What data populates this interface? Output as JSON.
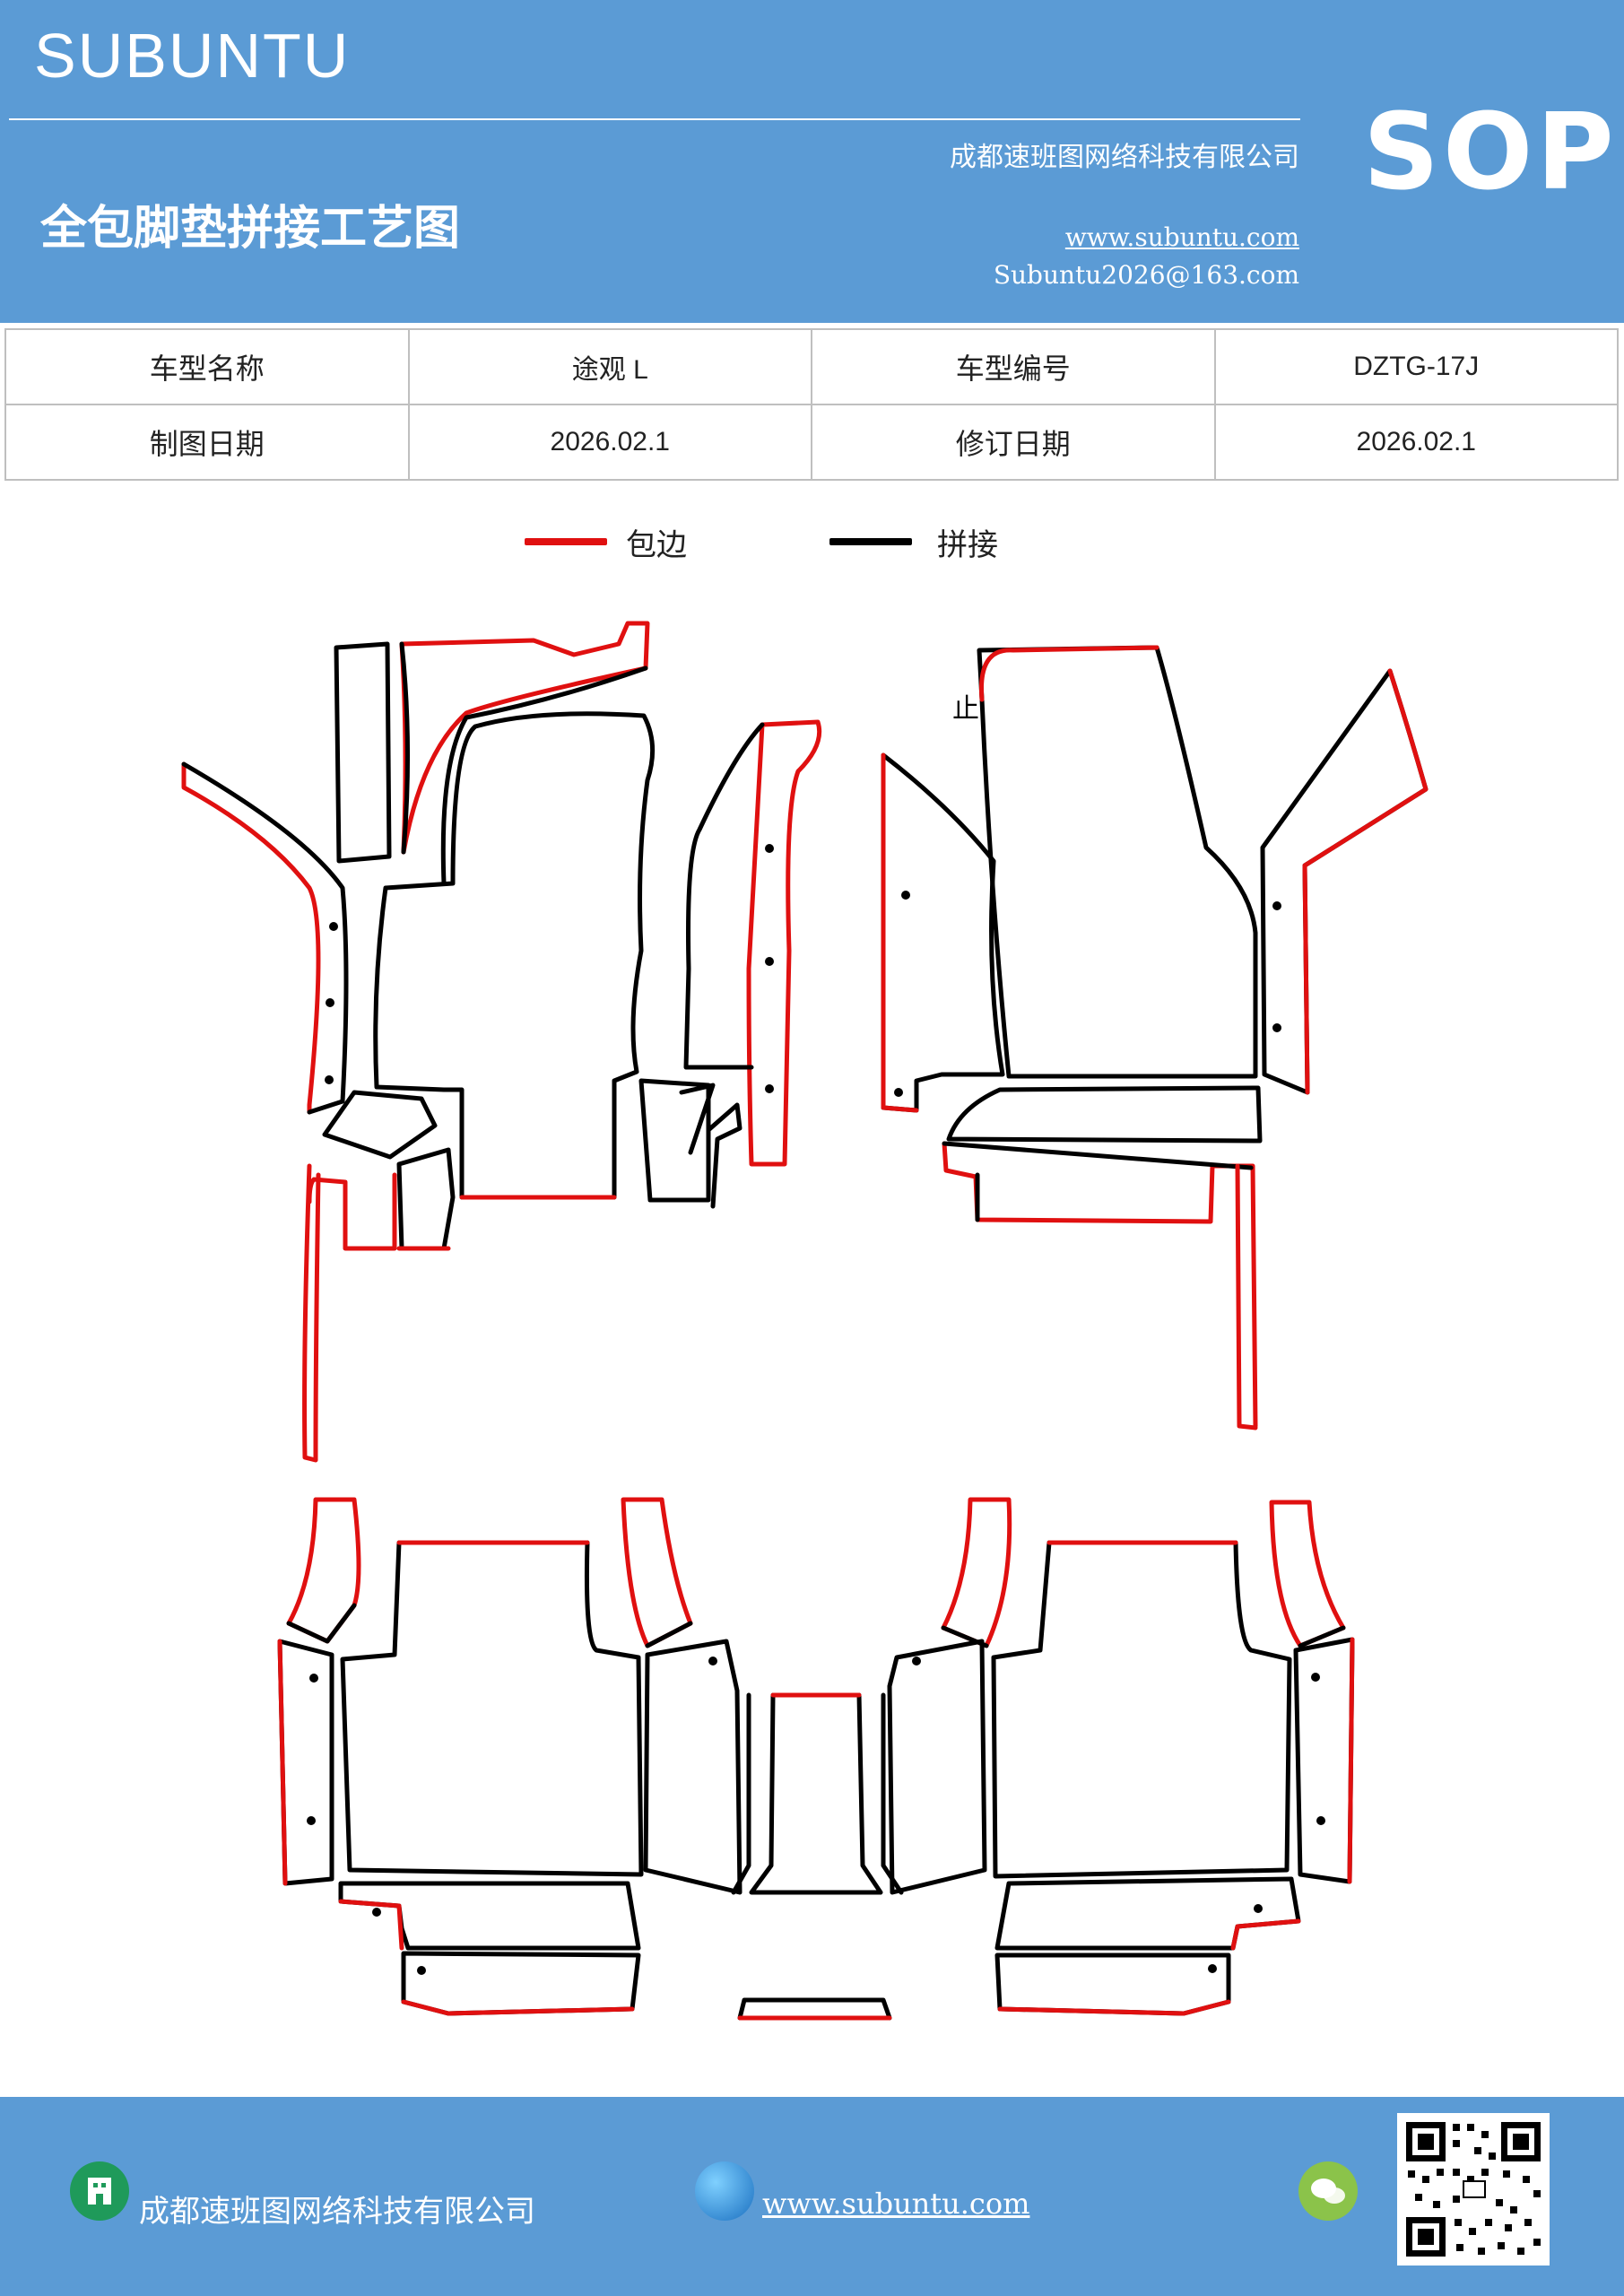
{
  "header": {
    "brand": "SUBUNTU",
    "title": "全包脚垫拼接工艺图",
    "company": "成都速班图网络科技有限公司",
    "website": "www.subuntu.com",
    "email": "Subuntu2026@163.com",
    "badge": "SOP"
  },
  "info_table": {
    "row1": {
      "label1": "车型名称",
      "value1": "途观 L",
      "label2": "车型编号",
      "value2": "DZTG-17J"
    },
    "row2": {
      "label1": "制图日期",
      "value1": "2026.02.1",
      "label2": "修订日期",
      "value2": "2026.02.1"
    }
  },
  "legend": {
    "items": [
      {
        "label": "包边",
        "color": "#e01010"
      },
      {
        "label": "拼接",
        "color": "#000000"
      }
    ]
  },
  "diagram": {
    "annotation": "止"
  },
  "footer": {
    "company": "成都速班图网络科技有限公司",
    "website": "www.subuntu.com",
    "icons": [
      "building-icon",
      "globe-icon",
      "wechat-icon",
      "qr-code"
    ]
  },
  "colors": {
    "header_bg": "#5b9bd5",
    "edge": "#e01010",
    "seam": "#000000"
  }
}
